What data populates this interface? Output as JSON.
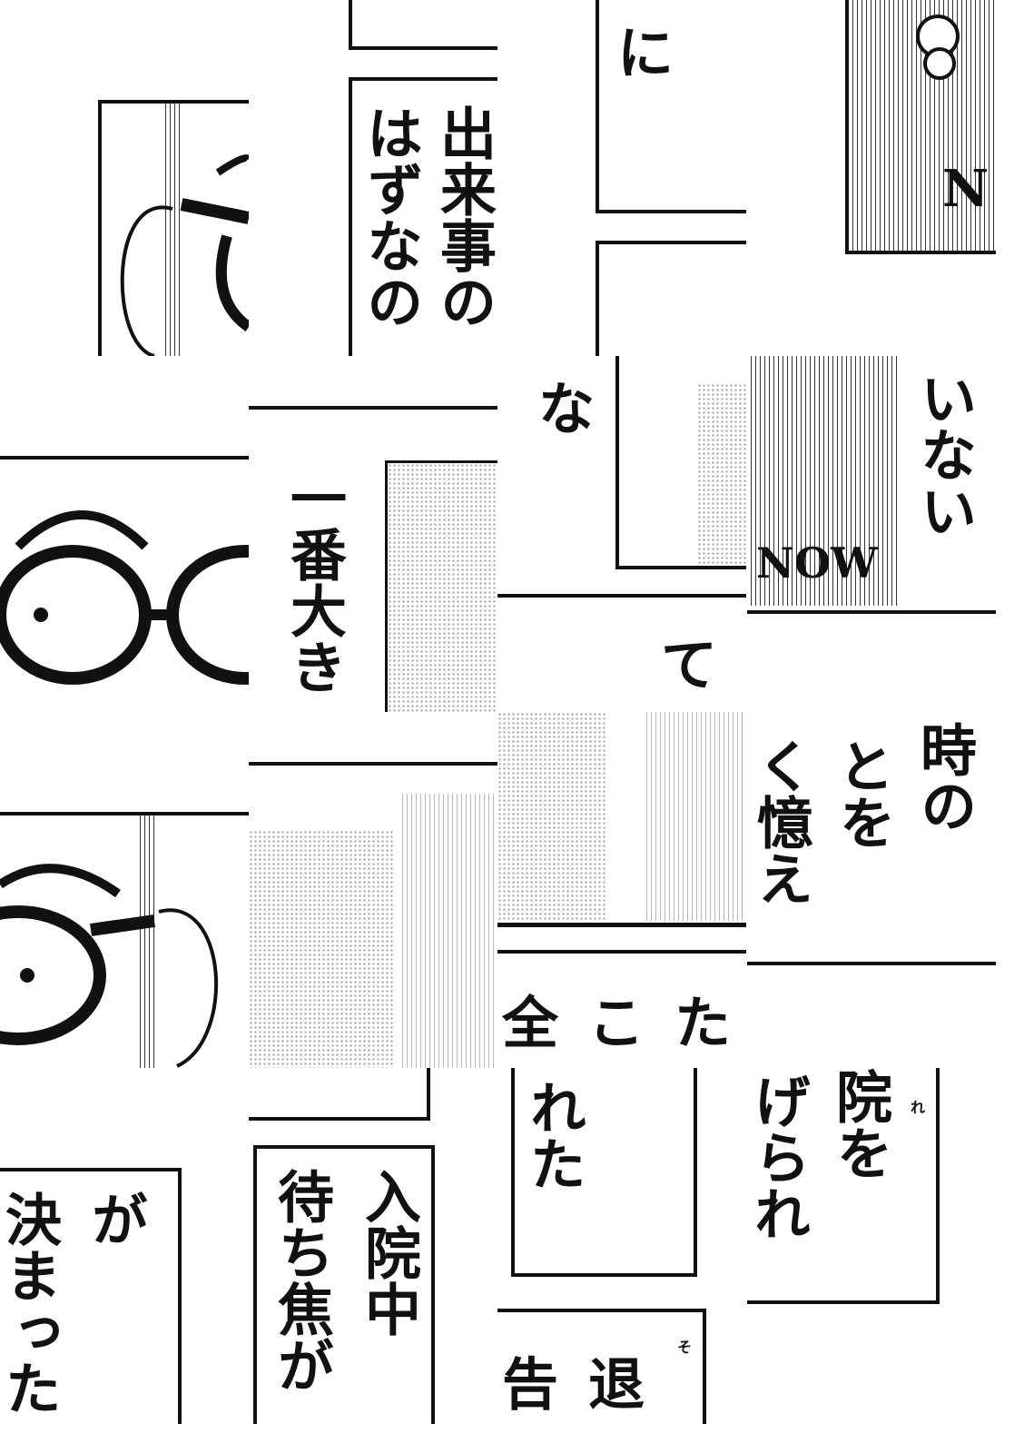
{
  "texts": {
    "ni": "に",
    "dekigoto": "出来事の",
    "hazunano": "はずなの",
    "na": "な",
    "inai": "いない",
    "ichiban": "一番大き",
    "te": "て",
    "tokino": "時の",
    "towo": "とを",
    "kuoboe": "く憶え",
    "zen": "全",
    "ko": "こ",
    "ta": "た",
    "wasureta": "れた",
    "inwo": "院を",
    "ruby_re": "れ",
    "gerare": "げられ",
    "ga": "が",
    "kimatta": "決まった",
    "nyuinchu": "入院中",
    "machikoga": "待ち焦が",
    "koku": "告",
    "tai": "退",
    "ruby_so": "そ",
    "shirt": "NOW",
    "shirt2": "N"
  }
}
